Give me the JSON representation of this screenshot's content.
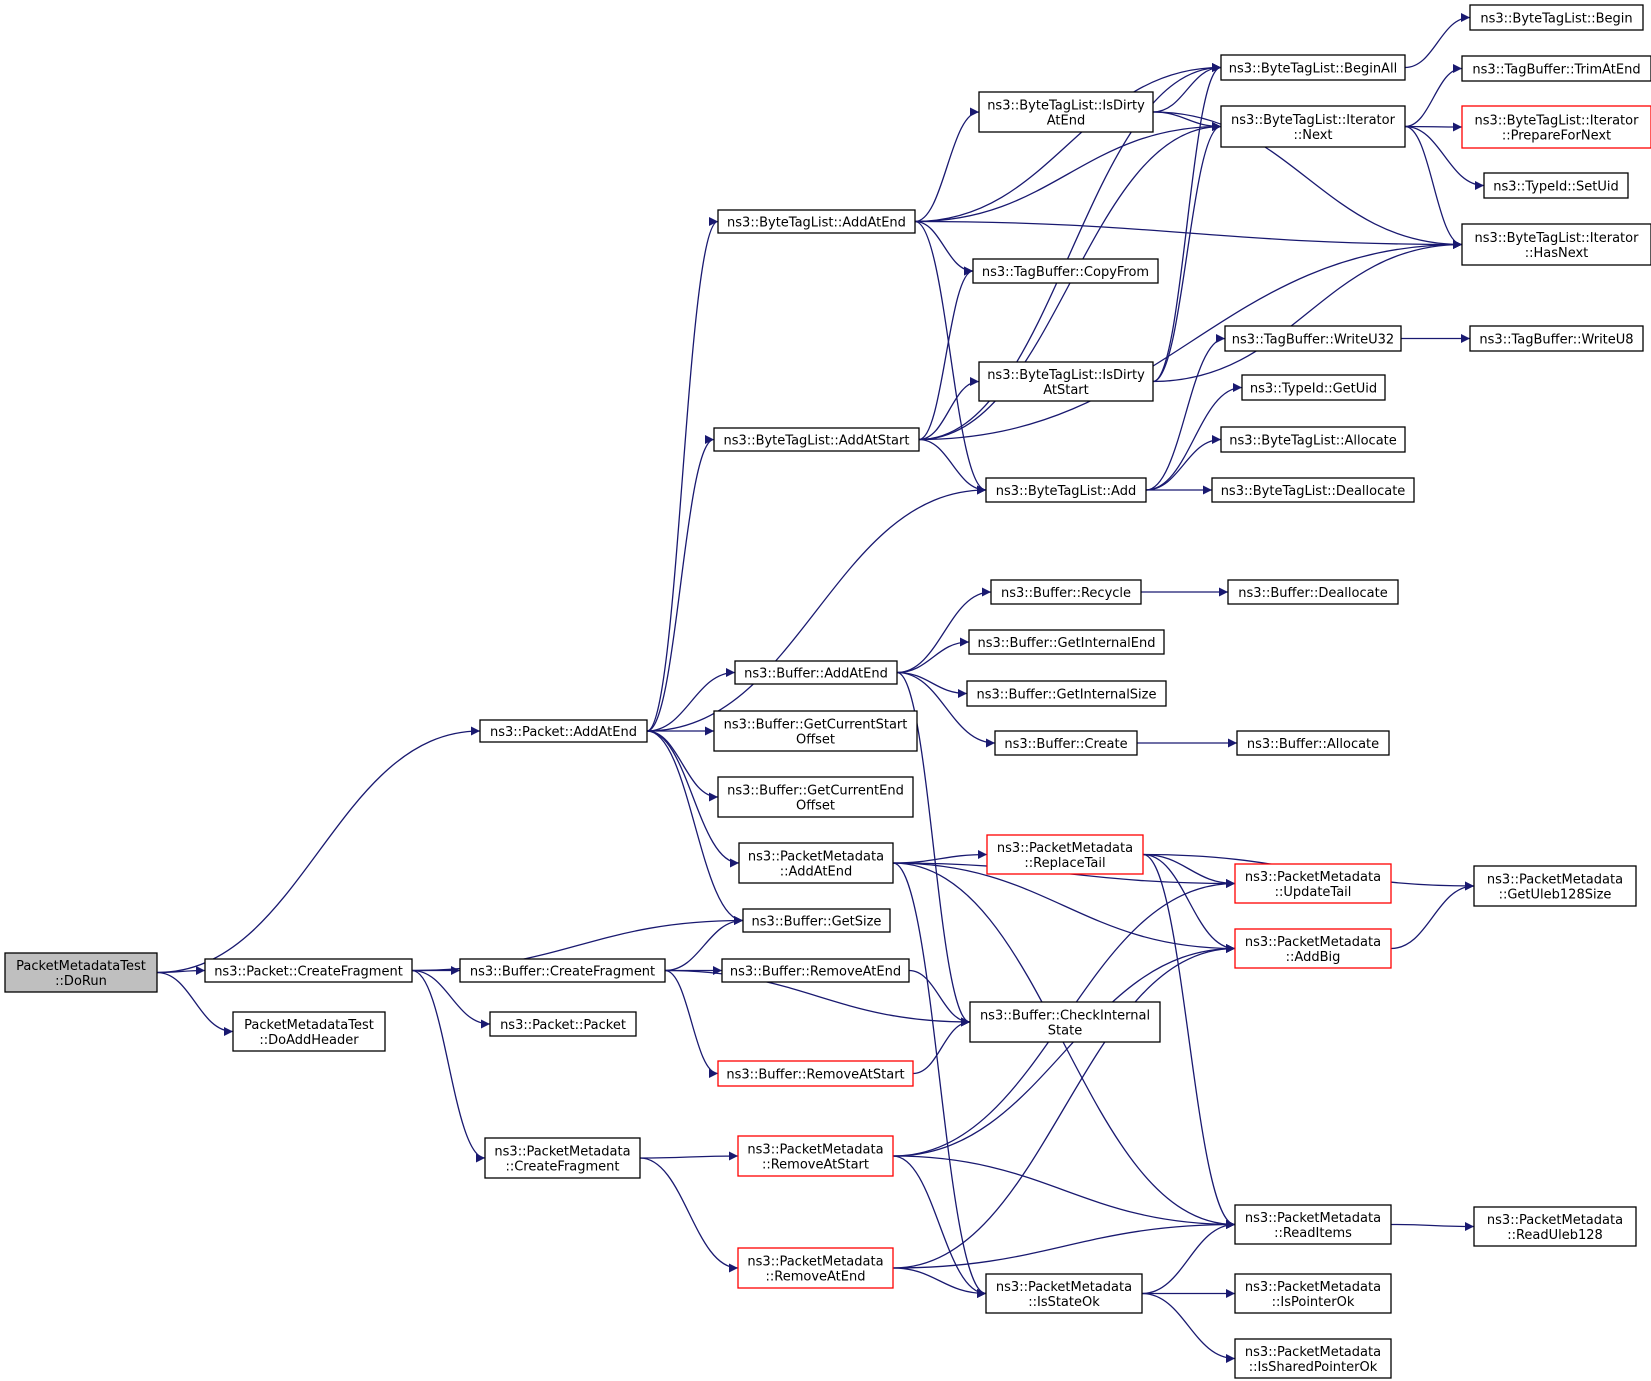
{
  "nodes": [
    {
      "id": "root",
      "lines": [
        "PacketMetadataTest",
        "::DoRun"
      ],
      "style": "root"
    },
    {
      "id": "pkt_addatend",
      "lines": [
        "ns3::Packet::AddAtEnd"
      ]
    },
    {
      "id": "pkt_createfragment",
      "lines": [
        "ns3::Packet::CreateFragment"
      ]
    },
    {
      "id": "doaddheader",
      "lines": [
        "PacketMetadataTest",
        "::DoAddHeader"
      ]
    },
    {
      "id": "btl_addatend",
      "lines": [
        "ns3::ByteTagList::AddAtEnd"
      ]
    },
    {
      "id": "btl_addatstart",
      "lines": [
        "ns3::ByteTagList::AddAtStart"
      ]
    },
    {
      "id": "buf_addatend",
      "lines": [
        "ns3::Buffer::AddAtEnd"
      ]
    },
    {
      "id": "buf_getcurstart",
      "lines": [
        "ns3::Buffer::GetCurrentStart",
        "Offset"
      ]
    },
    {
      "id": "buf_getcurend",
      "lines": [
        "ns3::Buffer::GetCurrentEnd",
        "Offset"
      ]
    },
    {
      "id": "pm_addatend",
      "lines": [
        "ns3::PacketMetadata",
        "::AddAtEnd"
      ]
    },
    {
      "id": "buf_getsize",
      "lines": [
        "ns3::Buffer::GetSize"
      ]
    },
    {
      "id": "buf_createfragment",
      "lines": [
        "ns3::Buffer::CreateFragment"
      ]
    },
    {
      "id": "pkt_packet",
      "lines": [
        "ns3::Packet::Packet"
      ]
    },
    {
      "id": "pm_createfragment",
      "lines": [
        "ns3::PacketMetadata",
        "::CreateFragment"
      ]
    },
    {
      "id": "btl_isdirtyatend",
      "lines": [
        "ns3::ByteTagList::IsDirty",
        "AtEnd"
      ]
    },
    {
      "id": "tb_copyfrom",
      "lines": [
        "ns3::TagBuffer::CopyFrom"
      ]
    },
    {
      "id": "btl_isdirtyatstart",
      "lines": [
        "ns3::ByteTagList::IsDirty",
        "AtStart"
      ]
    },
    {
      "id": "btl_add",
      "lines": [
        "ns3::ByteTagList::Add"
      ]
    },
    {
      "id": "buf_recycle",
      "lines": [
        "ns3::Buffer::Recycle"
      ]
    },
    {
      "id": "buf_getinternalend",
      "lines": [
        "ns3::Buffer::GetInternalEnd"
      ]
    },
    {
      "id": "buf_getinternalsize",
      "lines": [
        "ns3::Buffer::GetInternalSize"
      ]
    },
    {
      "id": "buf_create",
      "lines": [
        "ns3::Buffer::Create"
      ]
    },
    {
      "id": "pm_replacetail",
      "lines": [
        "ns3::PacketMetadata",
        "::ReplaceTail"
      ],
      "style": "red"
    },
    {
      "id": "buf_removeatend",
      "lines": [
        "ns3::Buffer::RemoveAtEnd"
      ]
    },
    {
      "id": "buf_checkinternal",
      "lines": [
        "ns3::Buffer::CheckInternal",
        "State"
      ]
    },
    {
      "id": "buf_removeatstart",
      "lines": [
        "ns3::Buffer::RemoveAtStart"
      ],
      "style": "red"
    },
    {
      "id": "pm_removeatstart",
      "lines": [
        "ns3::PacketMetadata",
        "::RemoveAtStart"
      ],
      "style": "red"
    },
    {
      "id": "pm_removeatend",
      "lines": [
        "ns3::PacketMetadata",
        "::RemoveAtEnd"
      ],
      "style": "red"
    },
    {
      "id": "pm_isstateok",
      "lines": [
        "ns3::PacketMetadata",
        "::IsStateOk"
      ]
    },
    {
      "id": "btl_beginall",
      "lines": [
        "ns3::ByteTagList::BeginAll"
      ]
    },
    {
      "id": "btl_it_next",
      "lines": [
        "ns3::ByteTagList::Iterator",
        "::Next"
      ]
    },
    {
      "id": "tb_writeu32",
      "lines": [
        "ns3::TagBuffer::WriteU32"
      ]
    },
    {
      "id": "typeid_getuid",
      "lines": [
        "ns3::TypeId::GetUid"
      ]
    },
    {
      "id": "btl_allocate",
      "lines": [
        "ns3::ByteTagList::Allocate"
      ]
    },
    {
      "id": "btl_deallocate",
      "lines": [
        "ns3::ByteTagList::Deallocate"
      ]
    },
    {
      "id": "buf_deallocate",
      "lines": [
        "ns3::Buffer::Deallocate"
      ]
    },
    {
      "id": "buf_allocate",
      "lines": [
        "ns3::Buffer::Allocate"
      ]
    },
    {
      "id": "pm_updatetail",
      "lines": [
        "ns3::PacketMetadata",
        "::UpdateTail"
      ],
      "style": "red"
    },
    {
      "id": "pm_addbig",
      "lines": [
        "ns3::PacketMetadata",
        "::AddBig"
      ],
      "style": "red"
    },
    {
      "id": "pm_readitems",
      "lines": [
        "ns3::PacketMetadata",
        "::ReadItems"
      ]
    },
    {
      "id": "pm_ispointerok",
      "lines": [
        "ns3::PacketMetadata",
        "::IsPointerOk"
      ]
    },
    {
      "id": "pm_issharedpointerok",
      "lines": [
        "ns3::PacketMetadata",
        "::IsSharedPointerOk"
      ]
    },
    {
      "id": "btl_begin",
      "lines": [
        "ns3::ByteTagList::Begin"
      ]
    },
    {
      "id": "tb_trimatend",
      "lines": [
        "ns3::TagBuffer::TrimAtEnd"
      ]
    },
    {
      "id": "btl_it_prepare",
      "lines": [
        "ns3::ByteTagList::Iterator",
        "::PrepareForNext"
      ],
      "style": "red"
    },
    {
      "id": "typeid_setuid",
      "lines": [
        "ns3::TypeId::SetUid"
      ]
    },
    {
      "id": "btl_it_hasnext",
      "lines": [
        "ns3::ByteTagList::Iterator",
        "::HasNext"
      ]
    },
    {
      "id": "tb_writeu8",
      "lines": [
        "ns3::TagBuffer::WriteU8"
      ]
    },
    {
      "id": "pm_getuleb128size",
      "lines": [
        "ns3::PacketMetadata",
        "::GetUleb128Size"
      ]
    },
    {
      "id": "pm_readuleb128",
      "lines": [
        "ns3::PacketMetadata",
        "::ReadUleb128"
      ]
    }
  ],
  "edges": [
    [
      "root",
      "pkt_addatend"
    ],
    [
      "root",
      "pkt_createfragment"
    ],
    [
      "root",
      "doaddheader"
    ],
    [
      "pkt_addatend",
      "btl_addatend"
    ],
    [
      "pkt_addatend",
      "btl_addatstart"
    ],
    [
      "pkt_addatend",
      "btl_add"
    ],
    [
      "pkt_addatend",
      "buf_addatend"
    ],
    [
      "pkt_addatend",
      "buf_getcurstart"
    ],
    [
      "pkt_addatend",
      "buf_getcurend"
    ],
    [
      "pkt_addatend",
      "pm_addatend"
    ],
    [
      "pkt_addatend",
      "buf_getsize"
    ],
    [
      "pkt_createfragment",
      "buf_getsize"
    ],
    [
      "pkt_createfragment",
      "buf_createfragment"
    ],
    [
      "pkt_createfragment",
      "pkt_packet"
    ],
    [
      "pkt_createfragment",
      "pm_createfragment"
    ],
    [
      "btl_addatend",
      "btl_beginall"
    ],
    [
      "btl_addatend",
      "btl_isdirtyatend"
    ],
    [
      "btl_addatend",
      "btl_it_next"
    ],
    [
      "btl_addatend",
      "btl_it_hasnext"
    ],
    [
      "btl_addatend",
      "tb_copyfrom"
    ],
    [
      "btl_addatend",
      "btl_add"
    ],
    [
      "btl_addatstart",
      "tb_copyfrom"
    ],
    [
      "btl_addatstart",
      "btl_beginall"
    ],
    [
      "btl_addatstart",
      "btl_isdirtyatstart"
    ],
    [
      "btl_addatstart",
      "btl_it_next"
    ],
    [
      "btl_addatstart",
      "btl_add"
    ],
    [
      "btl_addatstart",
      "btl_it_hasnext"
    ],
    [
      "btl_isdirtyatend",
      "btl_beginall"
    ],
    [
      "btl_isdirtyatend",
      "btl_it_next"
    ],
    [
      "btl_isdirtyatend",
      "btl_it_hasnext"
    ],
    [
      "btl_isdirtyatstart",
      "btl_beginall"
    ],
    [
      "btl_isdirtyatstart",
      "btl_it_next"
    ],
    [
      "btl_isdirtyatstart",
      "btl_it_hasnext"
    ],
    [
      "btl_add",
      "tb_writeu32"
    ],
    [
      "btl_add",
      "typeid_getuid"
    ],
    [
      "btl_add",
      "btl_allocate"
    ],
    [
      "btl_add",
      "btl_deallocate"
    ],
    [
      "btl_beginall",
      "btl_begin"
    ],
    [
      "btl_it_next",
      "tb_trimatend"
    ],
    [
      "btl_it_next",
      "btl_it_prepare"
    ],
    [
      "btl_it_next",
      "typeid_setuid"
    ],
    [
      "btl_it_next",
      "btl_it_hasnext"
    ],
    [
      "tb_writeu32",
      "tb_writeu8"
    ],
    [
      "buf_addatend",
      "buf_recycle"
    ],
    [
      "buf_addatend",
      "buf_getinternalend"
    ],
    [
      "buf_addatend",
      "buf_getinternalsize"
    ],
    [
      "buf_addatend",
      "buf_create"
    ],
    [
      "buf_addatend",
      "buf_checkinternal"
    ],
    [
      "buf_recycle",
      "buf_deallocate"
    ],
    [
      "buf_create",
      "buf_allocate"
    ],
    [
      "pm_addatend",
      "pm_replacetail"
    ],
    [
      "pm_addatend",
      "pm_updatetail"
    ],
    [
      "pm_addatend",
      "pm_addbig"
    ],
    [
      "pm_addatend",
      "pm_readitems"
    ],
    [
      "pm_addatend",
      "pm_isstateok"
    ],
    [
      "pm_replacetail",
      "pm_updatetail"
    ],
    [
      "pm_replacetail",
      "pm_addbig"
    ],
    [
      "pm_replacetail",
      "pm_getuleb128size"
    ],
    [
      "pm_replacetail",
      "pm_readitems"
    ],
    [
      "pm_addbig",
      "pm_getuleb128size"
    ],
    [
      "buf_createfragment",
      "buf_getsize"
    ],
    [
      "buf_createfragment",
      "buf_removeatend"
    ],
    [
      "buf_createfragment",
      "buf_removeatstart"
    ],
    [
      "buf_createfragment",
      "buf_checkinternal"
    ],
    [
      "buf_removeatend",
      "buf_checkinternal"
    ],
    [
      "buf_removeatstart",
      "buf_checkinternal"
    ],
    [
      "pm_createfragment",
      "pm_removeatstart"
    ],
    [
      "pm_createfragment",
      "pm_removeatend"
    ],
    [
      "pm_removeatstart",
      "pm_updatetail"
    ],
    [
      "pm_removeatstart",
      "pm_addbig"
    ],
    [
      "pm_removeatstart",
      "pm_readitems"
    ],
    [
      "pm_removeatstart",
      "pm_isstateok"
    ],
    [
      "pm_removeatend",
      "pm_addbig"
    ],
    [
      "pm_removeatend",
      "pm_isstateok"
    ],
    [
      "pm_removeatend",
      "pm_readitems"
    ],
    [
      "pm_isstateok",
      "pm_readitems"
    ],
    [
      "pm_isstateok",
      "pm_ispointerok"
    ],
    [
      "pm_isstateok",
      "pm_issharedpointerok"
    ],
    [
      "pm_readitems",
      "pm_readuleb128"
    ]
  ]
}
